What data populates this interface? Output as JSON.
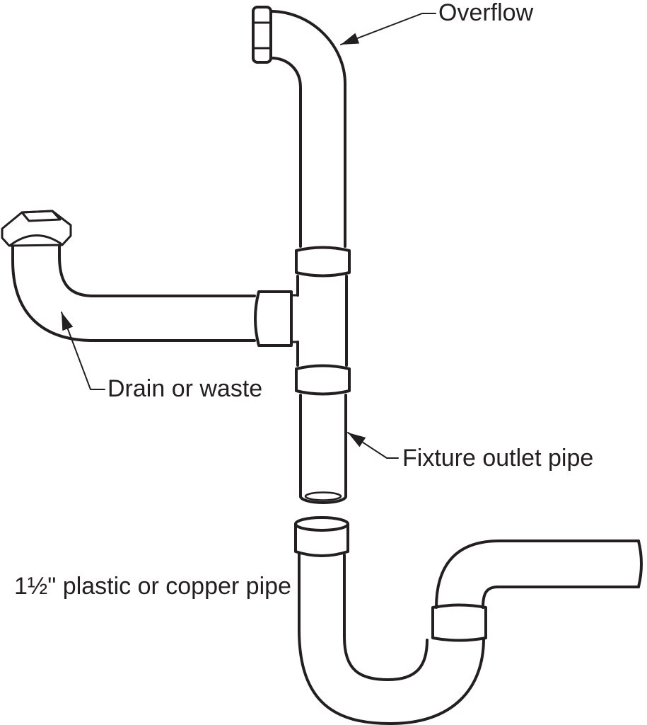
{
  "figure": {
    "type": "technical-line-drawing",
    "subject": "bathtub-drain-and-overflow-assembly",
    "background_color": "#ffffff",
    "line_color": "#231f20",
    "labels": {
      "overflow": "Overflow",
      "drain_or_waste": "Drain or waste",
      "fixture_outlet_pipe": "Fixture outlet pipe",
      "pipe_size_note": "1½\" plastic or copper pipe"
    }
  }
}
